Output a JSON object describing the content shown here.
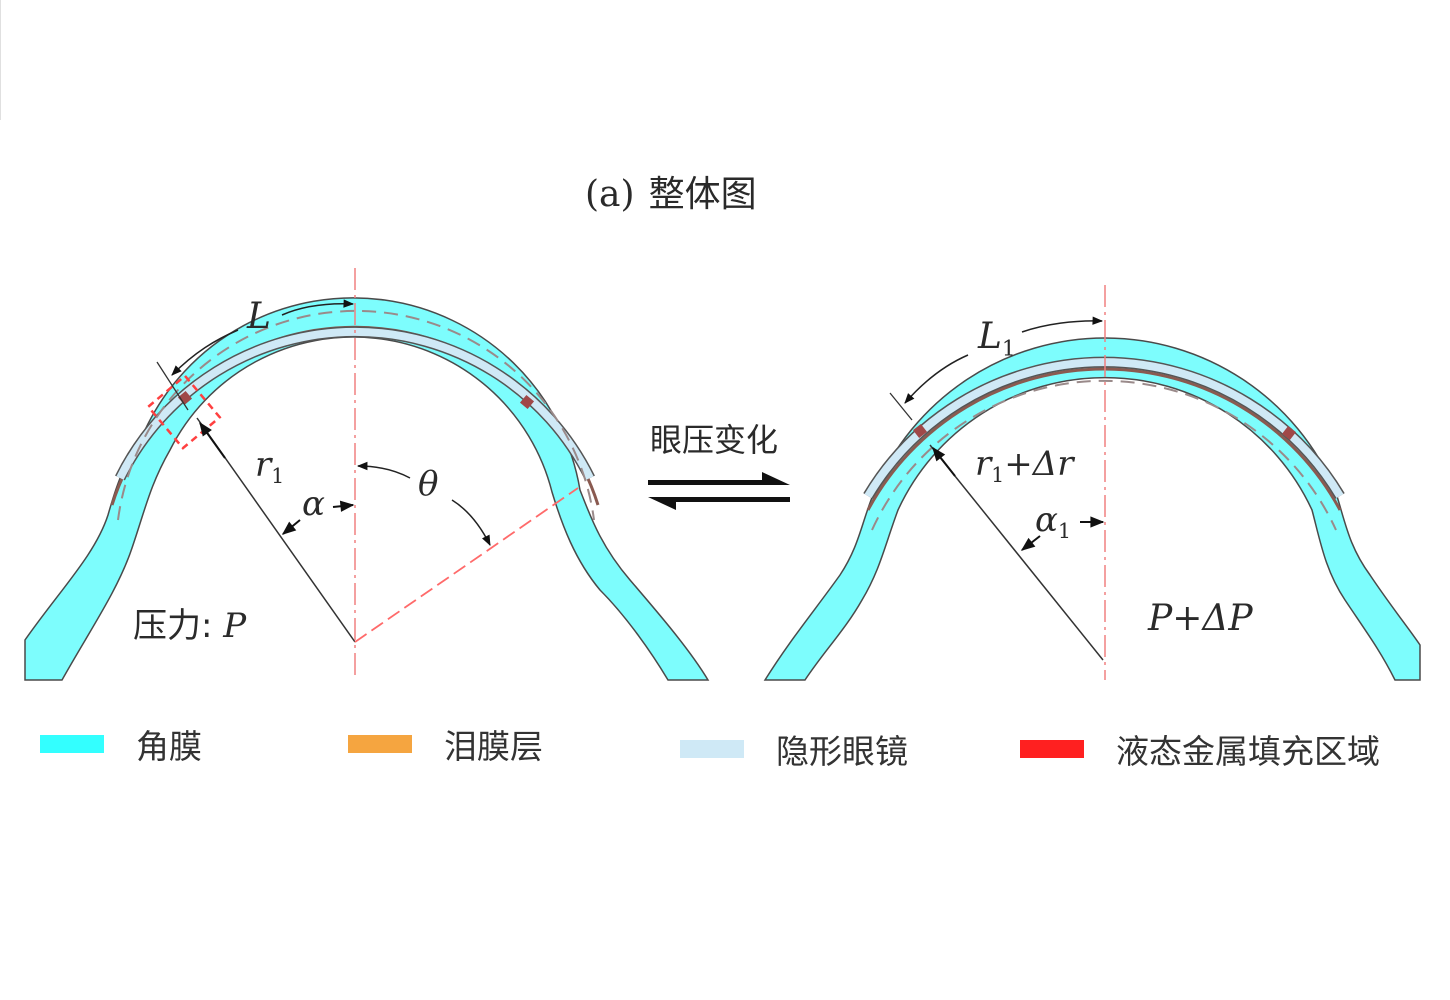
{
  "figure": {
    "caption_tag": "(a)",
    "caption_text": "整体图",
    "transition_label": "眼压变化",
    "colors": {
      "cornea": "#33ffff",
      "tear_film": "#f5a540",
      "contact_lens": "#cfe9f6",
      "liquid_metal": "#ff2020",
      "axis_line": "#f08080",
      "outline": "#555555"
    },
    "left_panel": {
      "arc_label": "L",
      "radius_label": "r",
      "radius_sub": "1",
      "angle_alpha": "α",
      "angle_theta": "θ",
      "pressure_prefix": "压力: ",
      "pressure_symbol": "P"
    },
    "right_panel": {
      "arc_label": "L",
      "arc_sub": "1",
      "radius_label": "r",
      "radius_sub": "1",
      "radius_suffix": "+Δr",
      "angle_alpha": "α",
      "angle_sub": "1",
      "pressure": "P+ΔP"
    },
    "legend": [
      {
        "label": "角膜",
        "color": "#33ffff"
      },
      {
        "label": "泪膜层",
        "color": "#f5a540"
      },
      {
        "label": "隐形眼镜",
        "color": "#cfe9f6"
      },
      {
        "label": "液态金属填充区域",
        "color": "#ff2020"
      }
    ]
  }
}
